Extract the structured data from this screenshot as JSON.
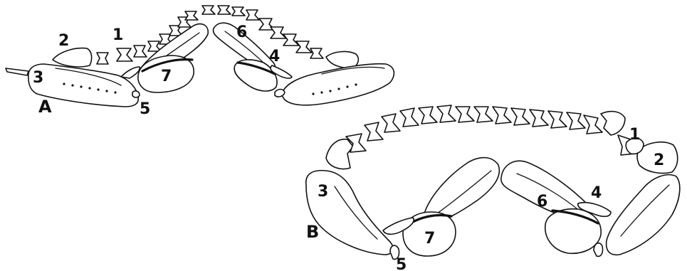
{
  "figure": {
    "panels": {
      "a": {
        "label": "A"
      },
      "b": {
        "label": "B"
      }
    },
    "labels": {
      "a": {
        "one": "1",
        "two": "2",
        "three": "3",
        "four": "4",
        "five": "5",
        "six": "6",
        "seven": "7"
      },
      "b": {
        "one": "1",
        "two": "2",
        "three": "3",
        "four": "4",
        "five": "5",
        "six": "6",
        "seven": "7"
      }
    }
  }
}
